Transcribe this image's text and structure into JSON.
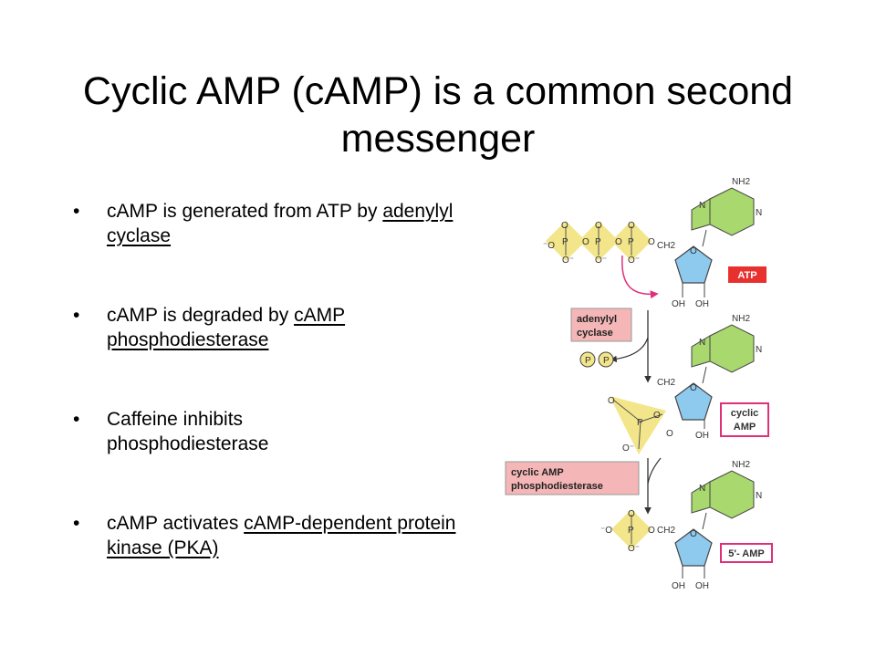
{
  "slide": {
    "title": "Cyclic AMP (cAMP) is a common second messenger",
    "bullets": [
      {
        "pre": "cAMP is generated from ATP by ",
        "link": "adenylyl cyclase",
        "post": ""
      },
      {
        "pre": "cAMP is degraded by ",
        "link": "cAMP phosphodiesterase",
        "post": ""
      },
      {
        "pre": "Caffeine inhibits phosphodiesterase",
        "link": "",
        "post": ""
      },
      {
        "pre": "cAMP activates ",
        "link": "cAMP-dependent protein kinase (PKA)",
        "post": ""
      }
    ],
    "bullet_char": "•"
  },
  "diagram": {
    "labels": {
      "atp": "ATP",
      "adenylyl_cyclase_1": "adenylyl",
      "adenylyl_cyclase_2": "cyclase",
      "cyclic_amp_1": "cyclic",
      "cyclic_amp_2": "AMP",
      "pde_1": "cyclic AMP",
      "pde_2": "phosphodiesterase",
      "amp": "5'- AMP",
      "pp": "P",
      "nh2": "NH2",
      "oh": "OH",
      "ch2": "CH2",
      "n": "N",
      "o": "O",
      "p": "P",
      "o_minus": "O⁻",
      "o_neg_prefix": "⁻O"
    },
    "colors": {
      "phosphate_yellow": "#f3e58a",
      "base_green": "#a8d86e",
      "sugar_blue": "#8ec9ee",
      "label_pink_fill": "#f4b6b6",
      "label_red_fill": "#e8312f",
      "label_magenta_border": "#e0307a",
      "arrow_magenta": "#e0307a"
    }
  }
}
